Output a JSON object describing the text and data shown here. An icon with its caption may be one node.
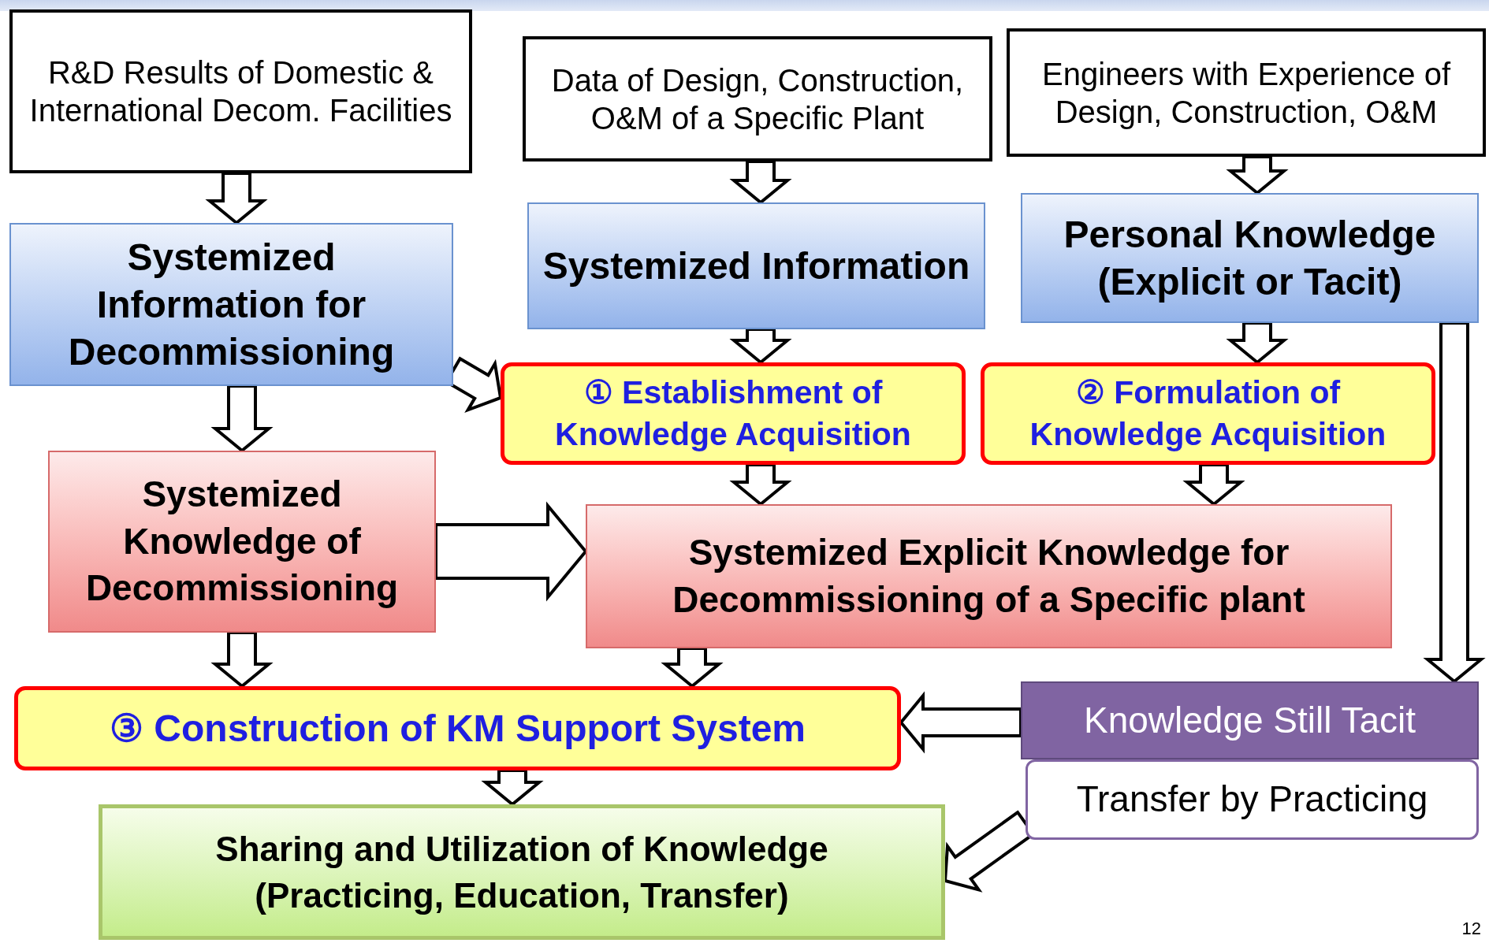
{
  "diagram": {
    "nodes": [
      {
        "text": [
          "R&D Results of Domestic & International Decom. Facilities"
        ]
      },
      {
        "text": [
          "Data of Design, Construction, O&M of a Specific Plant"
        ]
      },
      {
        "text": [
          "Engineers with Experience of Design, Construction, O&M"
        ]
      },
      {
        "text": [
          "Systemized Information for Decommissioning"
        ]
      },
      {
        "text": [
          "Systemized Information"
        ]
      },
      {
        "text": [
          "Personal Knowledge (Explicit or Tacit)"
        ]
      },
      {
        "text": [
          "① Establishment of Knowledge Acquisition"
        ]
      },
      {
        "text": [
          "② Formulation of Knowledge Acquisition"
        ]
      },
      {
        "text": [
          "Systemized Knowledge of Decommissioning"
        ]
      },
      {
        "text": [
          "Systemized Explicit Knowledge for Decommissioning of a Specific plant"
        ]
      },
      {
        "text": [
          "③ Construction of KM Support System"
        ]
      },
      {
        "text": [
          "Knowledge Still Tacit"
        ]
      },
      {
        "text": [
          "Transfer by Practicing"
        ]
      },
      {
        "text": [
          "Sharing and Utilization of Knowledge (Practicing, Education, Transfer)"
        ]
      }
    ],
    "edges": [
      {
        "from": 0,
        "to": 3,
        "arrow": "to"
      },
      {
        "from": 1,
        "to": 4,
        "arrow": "to"
      },
      {
        "from": 2,
        "to": 5,
        "arrow": "to"
      },
      {
        "from": 3,
        "to": 6,
        "arrow": "to"
      },
      {
        "from": 4,
        "to": 6,
        "arrow": "to"
      },
      {
        "from": 5,
        "to": 7,
        "arrow": "to"
      },
      {
        "from": 3,
        "to": 8,
        "arrow": "to"
      },
      {
        "from": 8,
        "to": 9,
        "arrow": "to"
      },
      {
        "from": 6,
        "to": 9,
        "arrow": "to"
      },
      {
        "from": 7,
        "to": 9,
        "arrow": "to"
      },
      {
        "from": 5,
        "to": 11,
        "arrow": "to"
      },
      {
        "from": 8,
        "to": 10,
        "arrow": "to"
      },
      {
        "from": 9,
        "to": 10,
        "arrow": "to"
      },
      {
        "from": 11,
        "to": 10,
        "arrow": "to"
      },
      {
        "from": 10,
        "to": 13,
        "arrow": "to"
      },
      {
        "from": 12,
        "to": 13,
        "arrow": "to"
      }
    ],
    "labels": [
      "12"
    ]
  }
}
